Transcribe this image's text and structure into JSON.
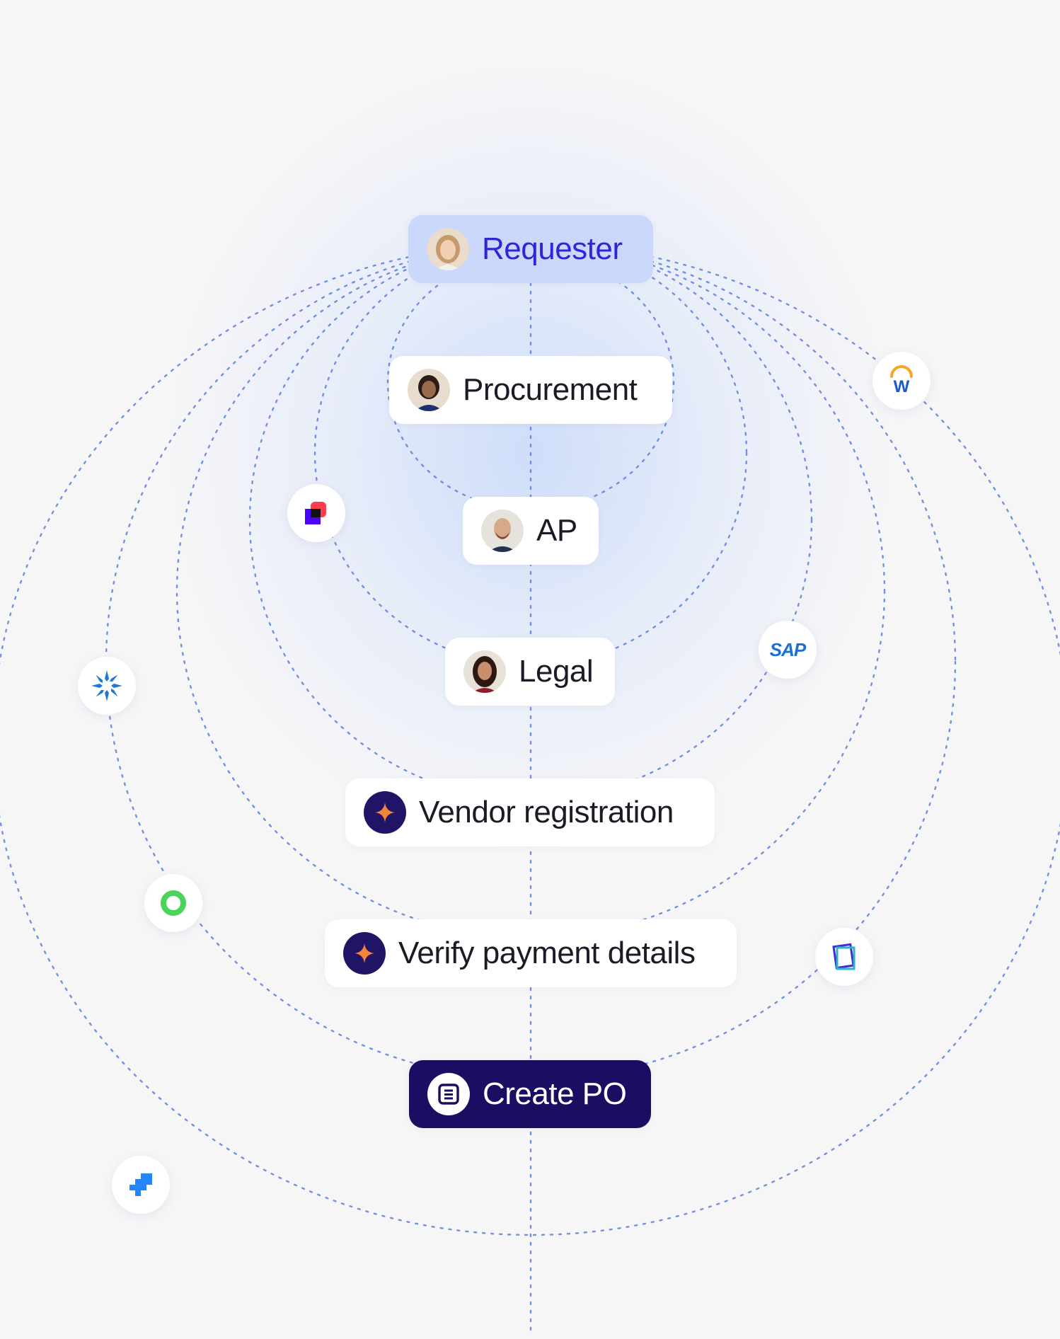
{
  "diagram": {
    "steps": [
      {
        "id": "requester",
        "label": "Requester",
        "icon": "person-avatar"
      },
      {
        "id": "procurement",
        "label": "Procurement",
        "icon": "person-avatar"
      },
      {
        "id": "ap",
        "label": "AP",
        "icon": "person-avatar"
      },
      {
        "id": "legal",
        "label": "Legal",
        "icon": "person-avatar"
      },
      {
        "id": "vendor_registration",
        "label": "Vendor registration",
        "icon": "ai-sparkle-icon"
      },
      {
        "id": "verify_payment",
        "label": "Verify payment details",
        "icon": "ai-sparkle-icon"
      },
      {
        "id": "create_po",
        "label": "Create PO",
        "icon": "document-icon"
      }
    ],
    "integrations": [
      {
        "name": "workday-logo",
        "text": "W"
      },
      {
        "name": "docusign-logo"
      },
      {
        "name": "sap-logo",
        "text": "SAP"
      },
      {
        "name": "starburst-logo"
      },
      {
        "name": "green-ring-logo"
      },
      {
        "name": "notes-logo"
      },
      {
        "name": "jira-logo"
      }
    ],
    "colors": {
      "accent": "#2d26d8",
      "requester_bg": "#cad9fb",
      "create_po_bg": "#1c0d63",
      "dotted_line": "#5b7fdc",
      "sparkle": "#f5843b"
    }
  }
}
